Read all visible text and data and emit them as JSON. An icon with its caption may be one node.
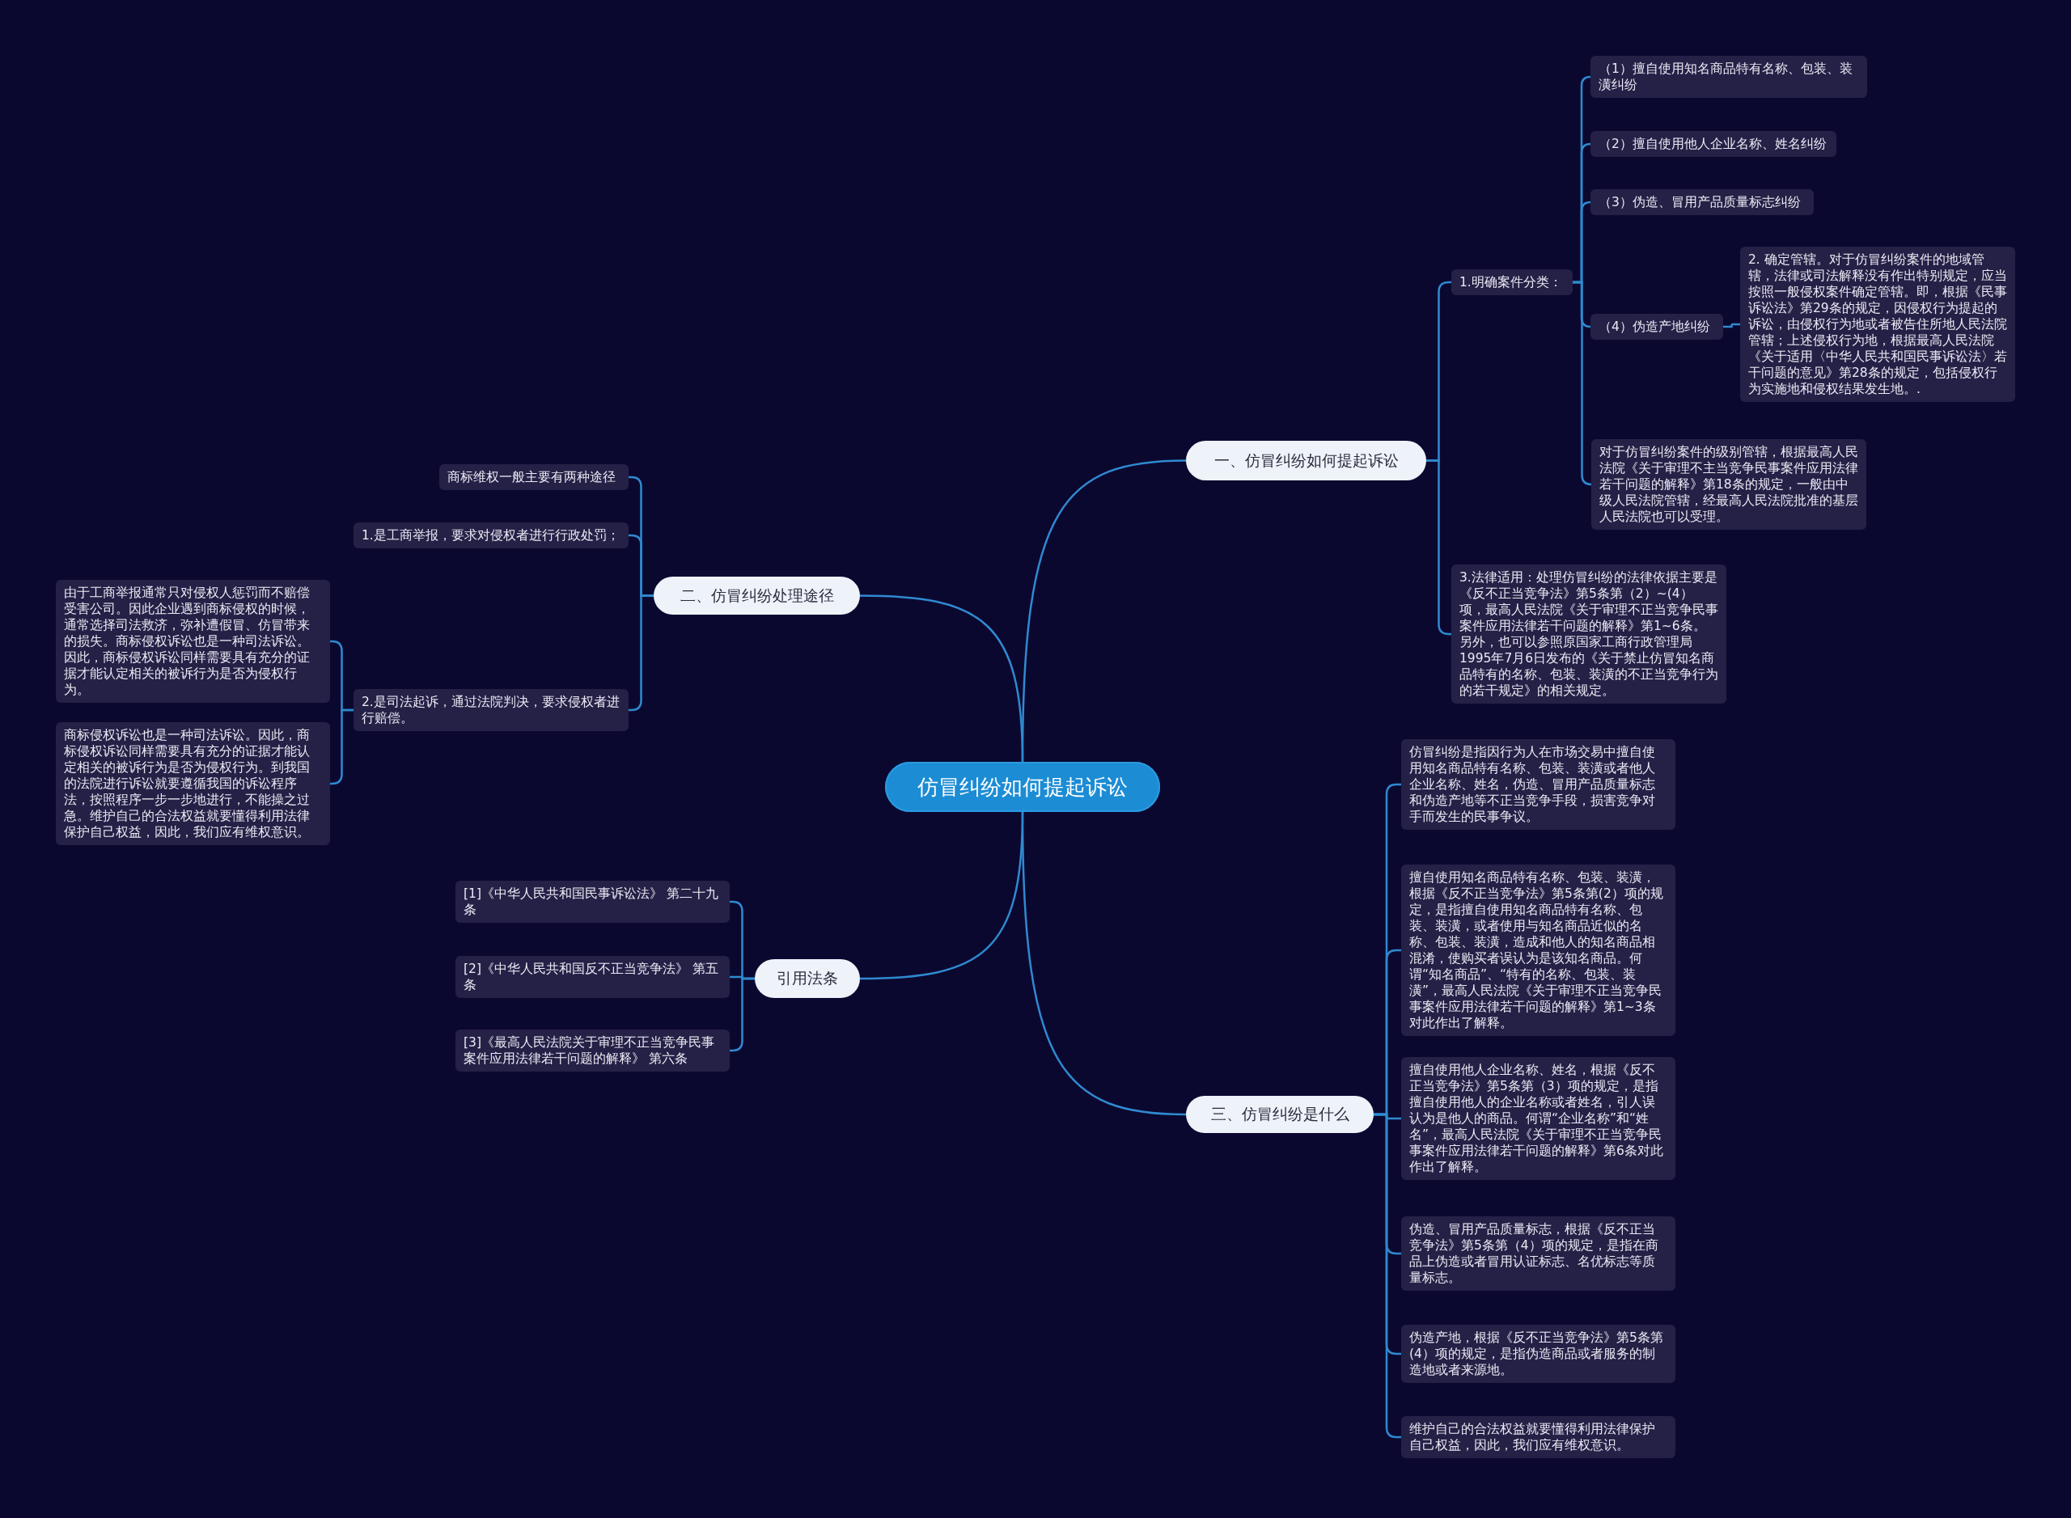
{
  "diagram": {
    "nodes": [
      {
        "text": [
          "仿冒纠纷如何提起诉讼"
        ]
      },
      {
        "text": [
          "一、仿冒纠纷如何提起诉讼"
        ]
      },
      {
        "text": [
          "1.明确案件分类："
        ]
      },
      {
        "text": [
          "（1）擅自使用知名商品特有名称、包装、装潢纠纷"
        ]
      },
      {
        "text": [
          "（2）擅自使用他人企业名称、姓名纠纷"
        ]
      },
      {
        "text": [
          "（3）伪造、冒用产品质量标志纠纷"
        ]
      },
      {
        "text": [
          "（4）伪造产地纠纷"
        ]
      },
      {
        "text": [
          "2. 确定管辖。对于仿冒纠纷案件的地域管辖，法律或司法解释没有作出特别规定，应当按照一般侵权案件确定管辖。即，根据《民事诉讼法》第29条的规定，因侵权行为提起的诉讼，由侵权行为地或者被告住所地人民法院管辖；上述侵权行为地，根据最高人民法院《关于适用〈中华人民共和国民事诉讼法〉若干问题的意见》第28条的规定，包括侵权行为实施地和侵权结果发生地。."
        ]
      },
      {
        "text": [
          "对于仿冒纠纷案件的级别管辖，根据最高人民法院《关于审理不主当竞争民事案件应用法律若干问题的解释》第18条的规定，一般由中级人民法院管辖，经最高人民法院批准的基层人民法院也可以受理。"
        ]
      },
      {
        "text": [
          "3.法律适用：处理仿冒纠纷的法律依据主要是《反不正当竞争法》第5条第（2）~(4）项，最高人民法院《关于审理不正当竞争民事案件应用法律若干问题的解释》第1~6条。另外，也可以参照原国家工商行政管理局1995年7月6日发布的《关于禁止仿冒知名商品特有的名称、包装、装潢的不正当竞争行为的若干规定》的相关规定。"
        ]
      },
      {
        "text": [
          "二、仿冒纠纷处理途径"
        ]
      },
      {
        "text": [
          "商标维权一般主要有两种途径"
        ]
      },
      {
        "text": [
          "1.是工商举报，要求对侵权者进行行政处罚；"
        ]
      },
      {
        "text": [
          "2.是司法起诉，通过法院判决，要求侵权者进行赔偿。"
        ]
      },
      {
        "text": [
          "由于工商举报通常只对侵权人惩罚而不赔偿受害公司。因此企业遇到商标侵权的时候，通常选择司法救济，弥补遭假冒、仿冒带来的损失。商标侵权诉讼也是一种司法诉讼。因此，商标侵权诉讼同样需要具有充分的证据才能认定相关的被诉行为是否为侵权行为。"
        ]
      },
      {
        "text": [
          "商标侵权诉讼也是一种司法诉讼。因此，商标侵权诉讼同样需要具有充分的证据才能认定相关的被诉行为是否为侵权行为。到我国的法院进行诉讼就要遵循我国的诉讼程序法，按照程序一步一步地进行，不能操之过急。维护自己的合法权益就要懂得利用法律保护自己权益，因此，我们应有维权意识。"
        ]
      },
      {
        "text": [
          "引用法条"
        ]
      },
      {
        "text": [
          "[1]《中华人民共和国民事诉讼法》 第二十九条"
        ]
      },
      {
        "text": [
          "[2]《中华人民共和国反不正当竞争法》 第五条"
        ]
      },
      {
        "text": [
          "[3]《最高人民法院关于审理不正当竞争民事案件应用法律若干问题的解释》 第六条"
        ]
      },
      {
        "text": [
          "三、仿冒纠纷是什么"
        ]
      },
      {
        "text": [
          "仿冒纠纷是指因行为人在市场交易中擅自使用知名商品特有名称、包装、装潢或者他人企业名称、姓名，伪造、冒用产品质量标志和伪造产地等不正当竞争手段，损害竞争对手而发生的民事争议。"
        ]
      },
      {
        "text": [
          "擅自使用知名商品特有名称、包装、装潢，根据《反不正当竞争法》第5条第(2）项的规定，是指擅自使用知名商品特有名称、包装、装潢，或者使用与知名商品近似的名称、包装、装潢，造成和他人的知名商品相混淆，使购买者误认为是该知名商品。何谓“知名商品”、“特有的名称、包装、装潢”，最高人民法院《关于审理不正当竞争民事案件应用法律若干问题的解释》第1~3条对此作出了解释。"
        ]
      },
      {
        "text": [
          "擅自使用他人企业名称、姓名，根据《反不正当竞争法》第5条第（3）项的规定，是指擅自使用他人的企业名称或者姓名，引人误认为是他人的商品。何谓“企业名称”和“姓名”，最高人民法院《关于审理不正当竞争民事案件应用法律若干问题的解释》第6条对此作出了解释。"
        ]
      },
      {
        "text": [
          "伪造、冒用产品质量标志，根据《反不正当竞争法》第5条第（4）项的规定，是指在商品上伪造或者冒用认证标志、名优标志等质量标志。"
        ]
      },
      {
        "text": [
          "伪造产地，根据《反不正当竞争法》第5条第(4）项的规定，是指伪造商品或者服务的制造地或者来源地。"
        ]
      },
      {
        "text": [
          "维护自己的合法权益就要懂得利用法律保护自己权益，因此，我们应有维权意识。"
        ]
      }
    ],
    "edges": [
      {
        "from": 0,
        "to": 1,
        "arrow": "none"
      },
      {
        "from": 1,
        "to": 2,
        "arrow": "none"
      },
      {
        "from": 2,
        "to": 3,
        "arrow": "none"
      },
      {
        "from": 2,
        "to": 4,
        "arrow": "none"
      },
      {
        "from": 2,
        "to": 5,
        "arrow": "none"
      },
      {
        "from": 2,
        "to": 6,
        "arrow": "none"
      },
      {
        "from": 6,
        "to": 7,
        "arrow": "none"
      },
      {
        "from": 2,
        "to": 8,
        "arrow": "none"
      },
      {
        "from": 1,
        "to": 9,
        "arrow": "none"
      },
      {
        "from": 0,
        "to": 10,
        "arrow": "none"
      },
      {
        "from": 10,
        "to": 11,
        "arrow": "none"
      },
      {
        "from": 10,
        "to": 12,
        "arrow": "none"
      },
      {
        "from": 10,
        "to": 13,
        "arrow": "none"
      },
      {
        "from": 13,
        "to": 14,
        "arrow": "none"
      },
      {
        "from": 13,
        "to": 15,
        "arrow": "none"
      },
      {
        "from": 0,
        "to": 16,
        "arrow": "none"
      },
      {
        "from": 16,
        "to": 17,
        "arrow": "none"
      },
      {
        "from": 16,
        "to": 18,
        "arrow": "none"
      },
      {
        "from": 16,
        "to": 19,
        "arrow": "none"
      },
      {
        "from": 0,
        "to": 20,
        "arrow": "none"
      },
      {
        "from": 20,
        "to": 21,
        "arrow": "none"
      },
      {
        "from": 20,
        "to": 22,
        "arrow": "none"
      },
      {
        "from": 20,
        "to": 23,
        "arrow": "none"
      },
      {
        "from": 20,
        "to": 24,
        "arrow": "none"
      },
      {
        "from": 20,
        "to": 25,
        "arrow": "none"
      },
      {
        "from": 20,
        "to": 26,
        "arrow": "none"
      }
    ]
  }
}
